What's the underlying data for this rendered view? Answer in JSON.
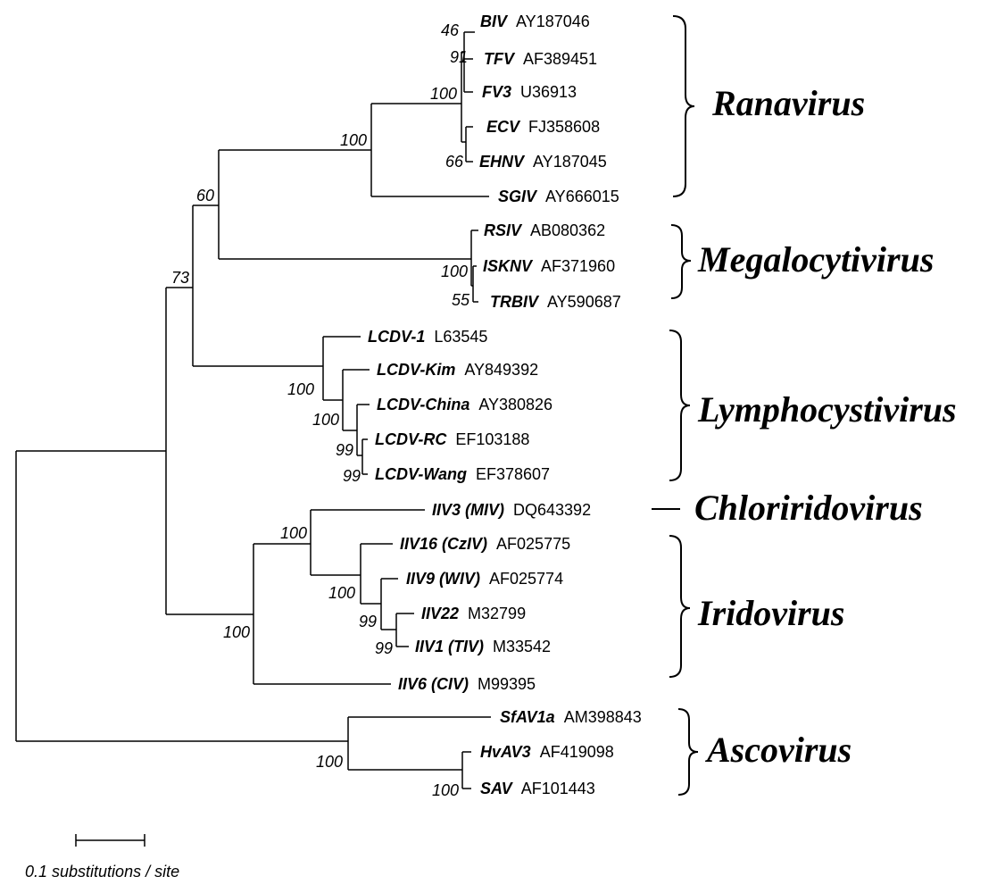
{
  "taxa": [
    {
      "id": "biv",
      "name": "BIV",
      "accession": "AY187046"
    },
    {
      "id": "tfv",
      "name": "TFV",
      "accession": "AF389451"
    },
    {
      "id": "fv3",
      "name": "FV3",
      "accession": "U36913"
    },
    {
      "id": "ecv",
      "name": "ECV",
      "accession": "FJ358608"
    },
    {
      "id": "ehnv",
      "name": "EHNV",
      "accession": "AY187045"
    },
    {
      "id": "sgiv",
      "name": "SGIV",
      "accession": "AY666015"
    },
    {
      "id": "rsiv",
      "name": "RSIV",
      "accession": "AB080362"
    },
    {
      "id": "isknv",
      "name": "ISKNV",
      "accession": "AF371960"
    },
    {
      "id": "trbiv",
      "name": "TRBIV",
      "accession": "AY590687"
    },
    {
      "id": "lcdv1",
      "name": "LCDV-1",
      "accession": "L63545"
    },
    {
      "id": "lcdvkim",
      "name": "LCDV-Kim",
      "accession": "AY849392"
    },
    {
      "id": "lcdvchina",
      "name": "LCDV-China",
      "accession": "AY380826"
    },
    {
      "id": "lcdvrc",
      "name": "LCDV-RC",
      "accession": "EF103188"
    },
    {
      "id": "lcdvwang",
      "name": "LCDV-Wang",
      "accession": "EF378607"
    },
    {
      "id": "iiv3",
      "name": "IIV3 (MIV)",
      "accession": "DQ643392"
    },
    {
      "id": "iiv16",
      "name": "IIV16 (CzIV)",
      "accession": "AF025775"
    },
    {
      "id": "iiv9",
      "name": "IIV9 (WIV)",
      "accession": "AF025774"
    },
    {
      "id": "iiv22",
      "name": "IIV22",
      "accession": "M32799"
    },
    {
      "id": "iiv1",
      "name": "IIV1 (TIV)",
      "accession": "M33542"
    },
    {
      "id": "iiv6",
      "name": "IIV6 (CIV)",
      "accession": "M99395"
    },
    {
      "id": "sfav1a",
      "name": "SfAV1a",
      "accession": "AM398843"
    },
    {
      "id": "hvav3",
      "name": "HvAV3",
      "accession": "AF419098"
    },
    {
      "id": "sav",
      "name": "SAV",
      "accession": "AF101443"
    }
  ],
  "bootstrap": {
    "biv_tfv": "46",
    "tfv_fv3": "91",
    "ranavirus_core": "100",
    "ecv_ehnv": "66",
    "ranavirus_clade": "100",
    "rana_megalo": "60",
    "megalo_clade": "100",
    "isknv_trbiv": "55",
    "core_clade": "73",
    "lcdv_clade": "100",
    "lcdv_china_group": "100",
    "lcdv_rc_wang": "99",
    "lcdv_wang": "99",
    "chloro_irido": "100",
    "iiv16_group": "100",
    "iiv22_group": "99",
    "iiv1": "99",
    "irido_clade": "100",
    "asco_clade": "100",
    "hvav3_sav": "100"
  },
  "groups": [
    {
      "id": "ranavirus",
      "label": "Ranavirus",
      "color": "#000000"
    },
    {
      "id": "megalocytivirus",
      "label": "Megalocytivirus",
      "color": "#e8141b"
    },
    {
      "id": "lymphocystivirus",
      "label": "Lymphocystivirus",
      "color": "#000000"
    },
    {
      "id": "chloriridovirus",
      "label": "Chloriridovirus",
      "color": "#000000"
    },
    {
      "id": "iridovirus",
      "label": "Iridovirus",
      "color": "#000000"
    },
    {
      "id": "ascovirus",
      "label": "Ascovirus",
      "color": "#000000"
    }
  ],
  "scale_bar": {
    "value": 0.1,
    "label": "0.1 substitutions / site"
  }
}
